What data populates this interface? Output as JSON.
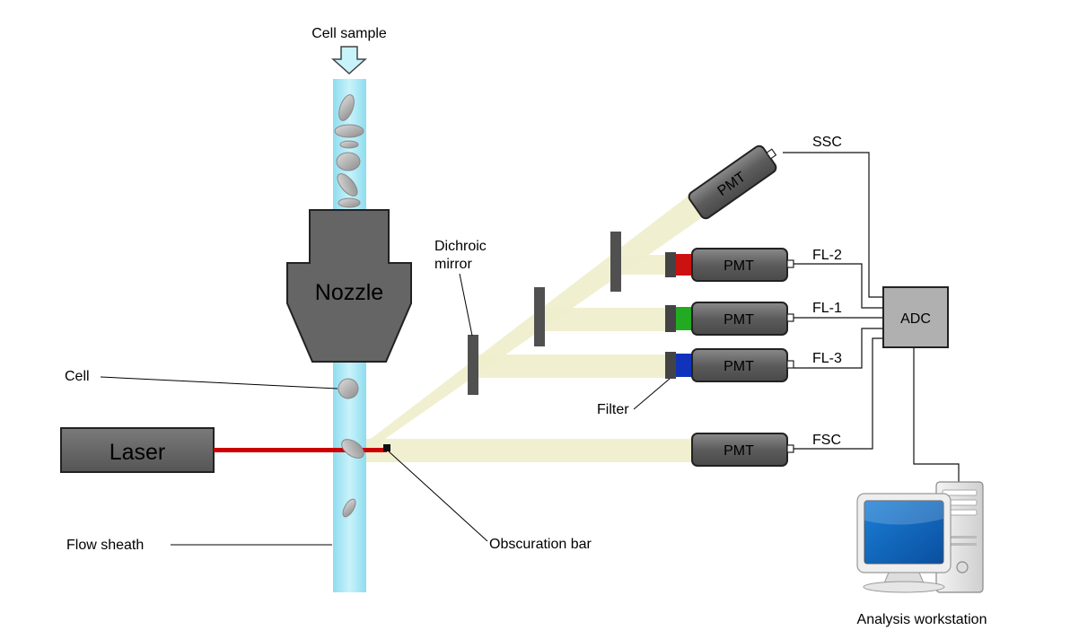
{
  "labels": {
    "cell_sample": "Cell sample",
    "nozzle": "Nozzle",
    "cell": "Cell",
    "laser": "Laser",
    "flow_sheath": "Flow sheath",
    "obscuration_bar": "Obscuration bar",
    "dichroic_mirror_line1": "Dichroic",
    "dichroic_mirror_line2": "mirror",
    "filter": "Filter",
    "adc": "ADC",
    "analysis_workstation": "Analysis workstation"
  },
  "detectors": [
    {
      "id": "ssc",
      "pmt_label": "PMT",
      "channel": "SSC",
      "filter_color": ""
    },
    {
      "id": "fl2",
      "pmt_label": "PMT",
      "channel": "FL-2",
      "filter_color": "#cc1111"
    },
    {
      "id": "fl1",
      "pmt_label": "PMT",
      "channel": "FL-1",
      "filter_color": "#22aa22"
    },
    {
      "id": "fl3",
      "pmt_label": "PMT",
      "channel": "FL-3",
      "filter_color": "#1133bb"
    },
    {
      "id": "fsc",
      "pmt_label": "PMT",
      "channel": "FSC",
      "filter_color": ""
    }
  ],
  "colors": {
    "flow_stream": "#a8e8f4",
    "laser_beam": "#cc0000",
    "light_path": "#eeeecc",
    "device_fill": "#666666",
    "cell_fill": "#aaaaaa",
    "adc_fill": "#b0b0b0"
  }
}
